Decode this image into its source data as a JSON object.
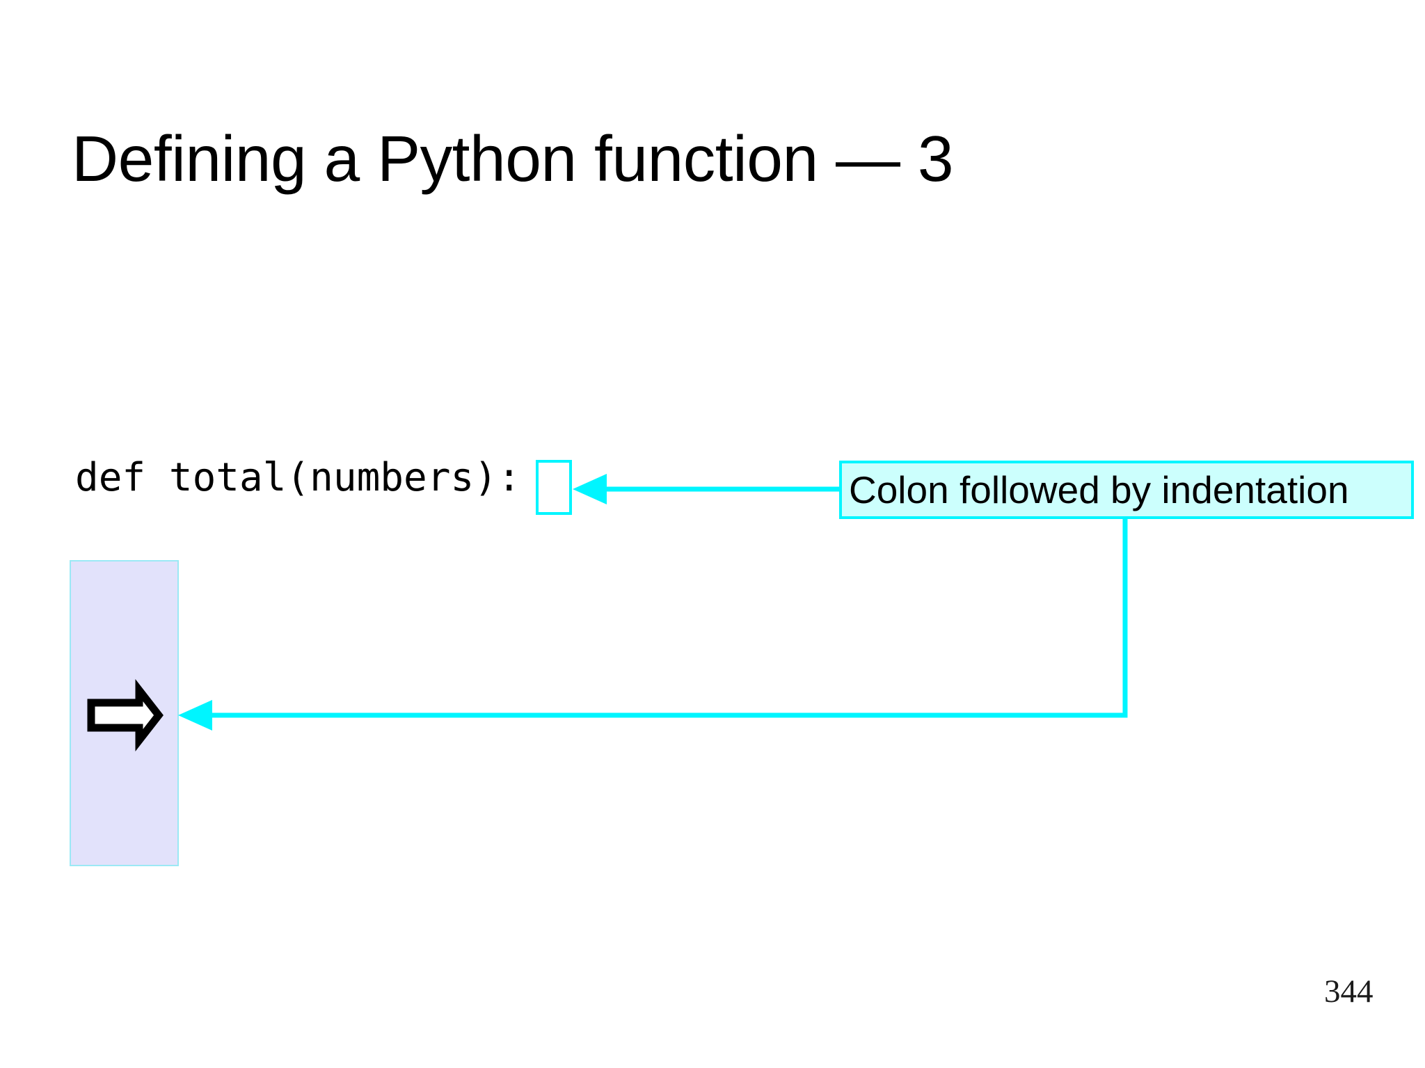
{
  "slide": {
    "title": "Defining a Python function — 3",
    "page_number": "344",
    "background_color": "#FFFFFF"
  },
  "code": {
    "line": "def total(numbers):",
    "highlighted_token": ":",
    "font": "monospace",
    "text_color": "#000000"
  },
  "annotations": {
    "colon_highlight": {
      "name": "colon-highlight-box",
      "border_color": "#00F5FF",
      "target": ":"
    },
    "callout": {
      "text": "Colon followed by indentation",
      "fill_color": "#CCFFFD",
      "border_color": "#00F5FF",
      "text_color": "#000000"
    },
    "connector_color": "#00F5FF",
    "arrow_to_colon": {
      "name": "arrow-callout-to-colon",
      "direction": "left"
    },
    "arrow_to_indent": {
      "name": "arrow-callout-to-indent-block",
      "direction": "left"
    }
  },
  "indent_block": {
    "name": "indentation-block",
    "fill_color": "#E2E2FB",
    "border_color": "#9BE9F5",
    "glyph": "right-arrow-outline"
  }
}
